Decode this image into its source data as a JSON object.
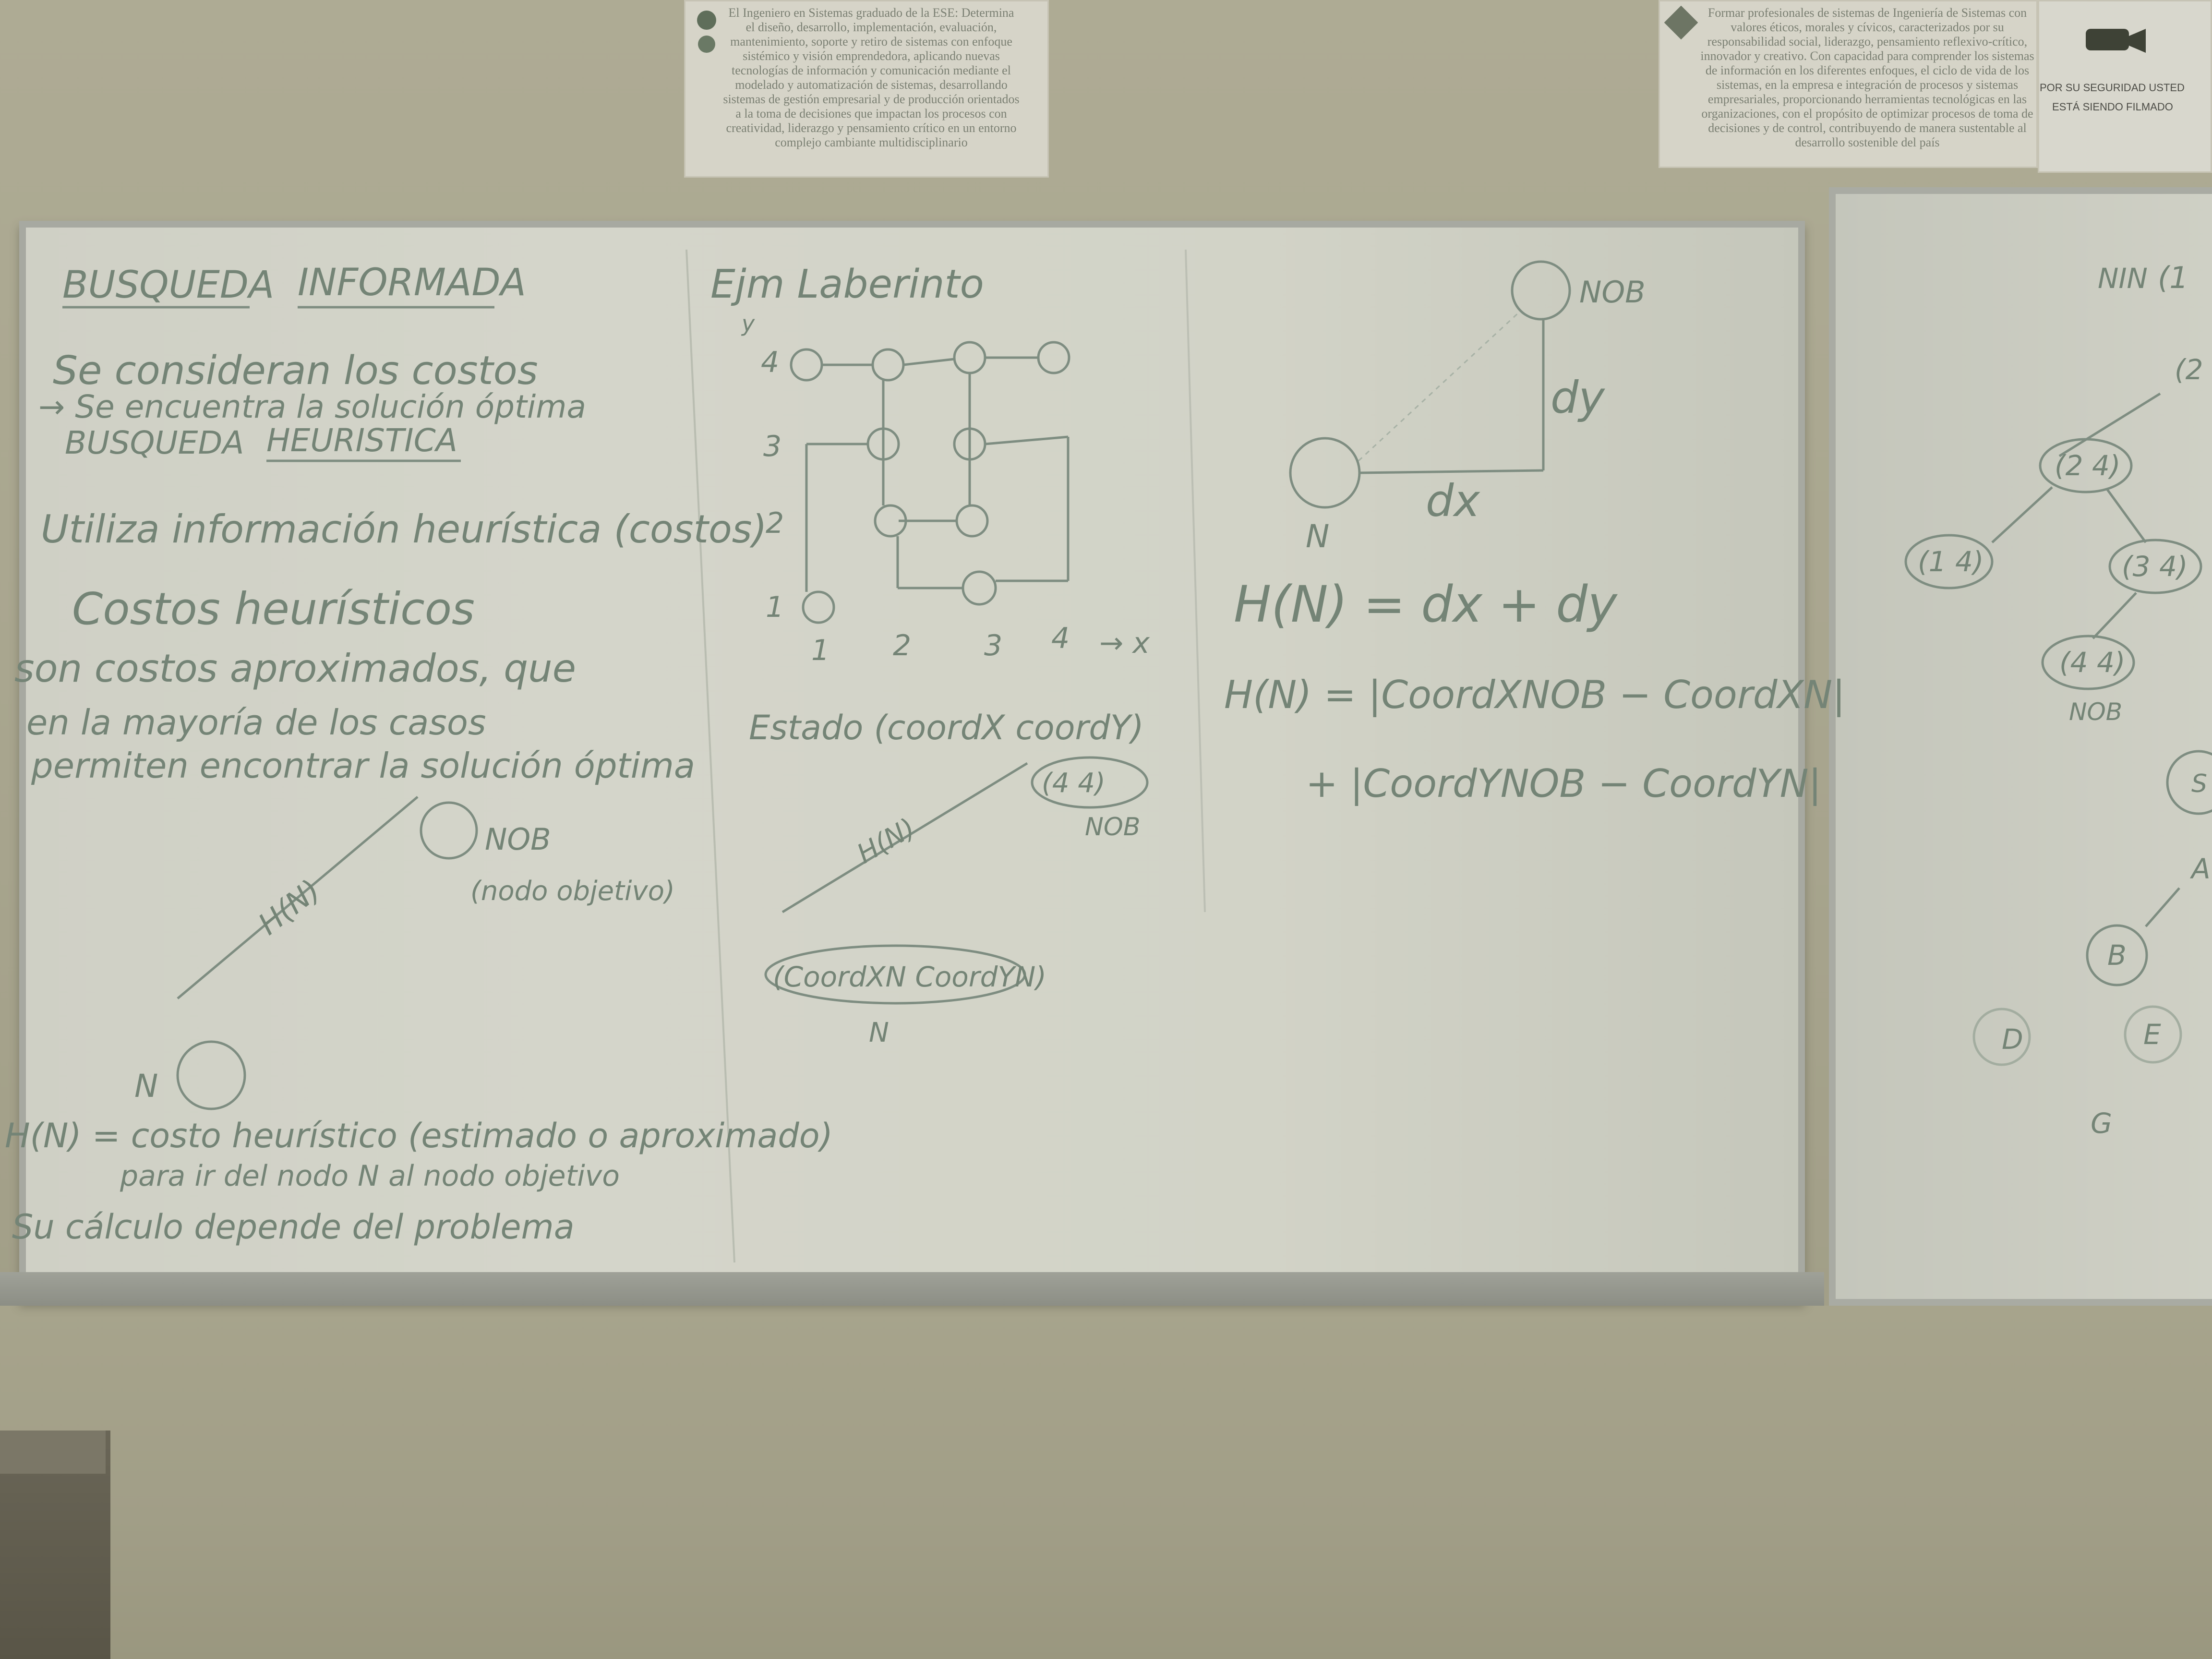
{
  "poster_left": {
    "text": "El Ingeniero en Sistemas graduado de la ESE: Determina el diseño, desarrollo, implementación, evaluación, mantenimiento, soporte y retiro de sistemas con enfoque sistémico y visión emprendedora, aplicando nuevas tecnologías de información y comunicación mediante el modelado y automatización de sistemas, desarrollando sistemas de gestión empresarial y de producción orientados a la toma de decisiones que impactan los procesos con creatividad, liderazgo y pensamiento crítico en un entorno complejo cambiante multidisciplinario"
  },
  "poster_right": {
    "text": "Formar profesionales de sistemas de Ingeniería de Sistemas con valores éticos, morales y cívicos, caracterizados por su responsabilidad social, liderazgo, pensamiento reflexivo-crítico, innovador y creativo. Con capacidad para comprender los sistemas de información en los diferentes enfoques, el ciclo de vida de los sistemas, en la empresa e integración de procesos y sistemas empresariales, proporcionando herramientas tecnológicas en las organizaciones, con el propósito de optimizar procesos de toma de decisiones y de control, contribuyendo de manera sustentable al desarrollo sostenible del país",
    "caption_1": "POR SU SEGURIDAD USTED",
    "caption_2": "ESTÁ SIENDO FILMADO"
  },
  "board": {
    "col1": {
      "title_1": "BUSQUEDA",
      "title_2": "INFORMADA",
      "line_1": "Se consideran los costos",
      "line_2": "→ Se encuentra la solución óptima",
      "subtitle_1": "BUSQUEDA",
      "subtitle_2": "HEURISTICA",
      "line_3": "Utiliza información heurística (costos)",
      "section": "Costos heurísticos",
      "def_1": "son costos aproximados, que",
      "def_2": "en la mayoría de los casos",
      "def_3": "permiten encontrar la solución óptima",
      "nob_label": "NOB",
      "nob_desc": "(nodo objetivo)",
      "edge_label": "H(N)",
      "n_label": "N",
      "hn_1": "H(N) = costo heurístico (estimado o aproximado)",
      "hn_2": "para ir del nodo N al nodo objetivo",
      "hn_3": "Su cálculo depende del problema"
    },
    "col2": {
      "title": "Ejm Laberinto",
      "y_axis": "y",
      "x_axis": "→ x",
      "row_labels": [
        "4",
        "3",
        "2",
        "1"
      ],
      "col_labels": [
        "1",
        "2",
        "3",
        "4"
      ],
      "state": "Estado (coordX coordY)",
      "goal_node": "(4 4)",
      "goal_label": "NOB",
      "edge_label": "H(N)",
      "current_node": "(CoordXN CoordYN)",
      "current_label": "N"
    },
    "col3": {
      "nob_label": "NOB",
      "dy_label": "dy",
      "dx_label": "dx",
      "n_label": "N",
      "formula_1": "H(N) = dx + dy",
      "formula_2": "H(N) = |CoordXNOB − CoordXN|",
      "formula_3": "+ |CoordYNOB − CoordYN|"
    }
  },
  "board_right": {
    "top_label": "NIN",
    "top_node": "(1",
    "node_a": "(2",
    "node_b": "(2 4)",
    "node_c": "(1 4)",
    "node_d": "(3 4)",
    "node_e": "(4 4)",
    "node_e_label": "NOB",
    "letters": [
      "S",
      "A",
      "B",
      "D",
      "E",
      "G"
    ]
  }
}
